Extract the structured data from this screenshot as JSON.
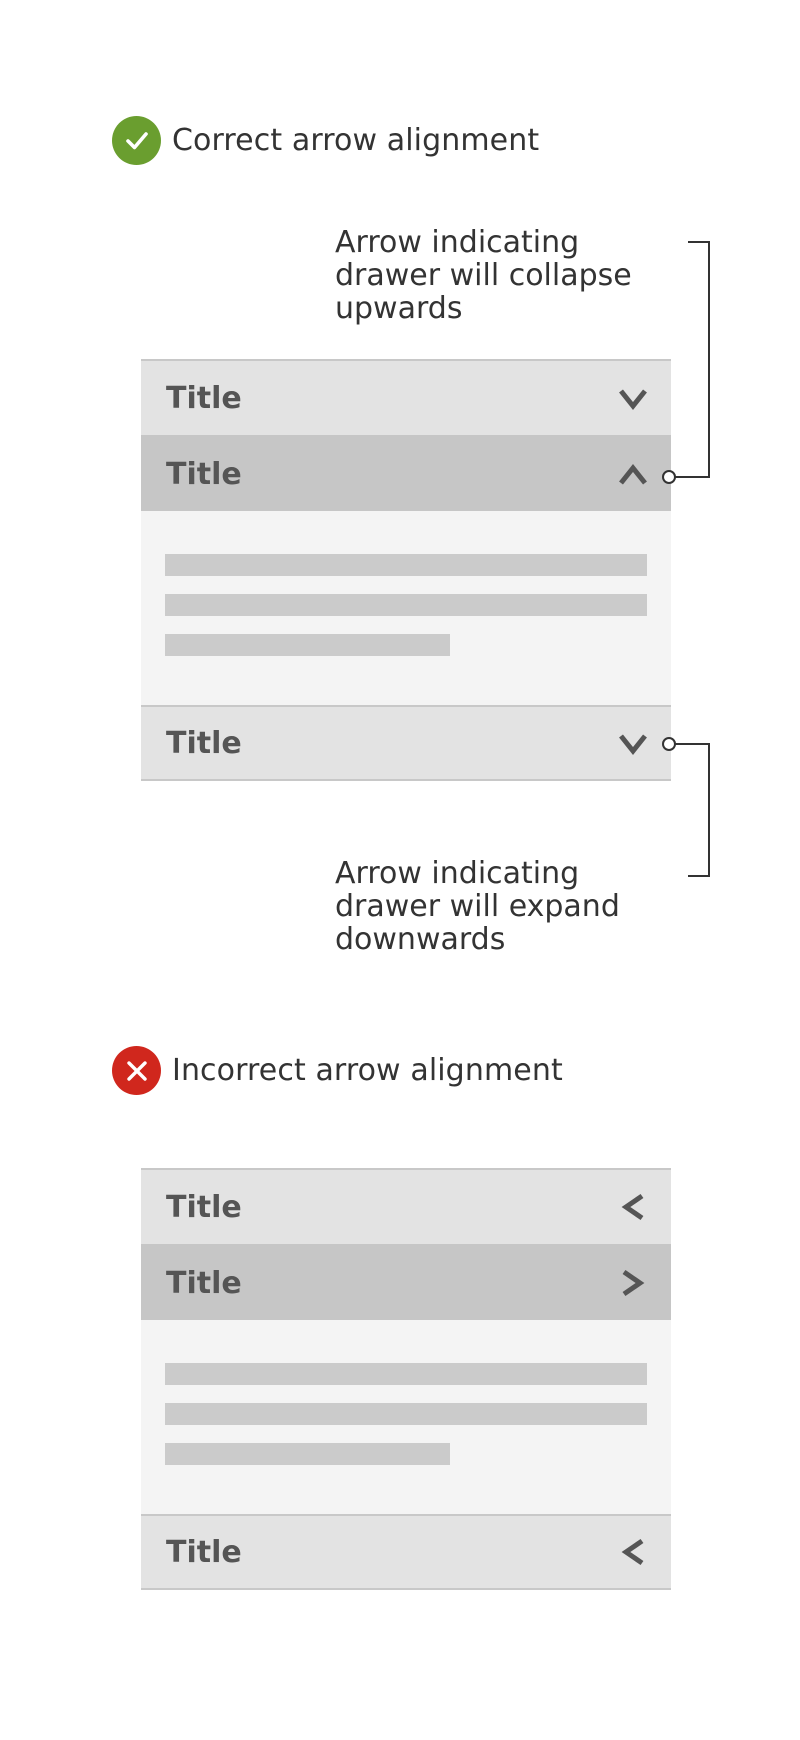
{
  "correct": {
    "heading": "Correct arrow alignment",
    "badge_icon": "checkmark-icon",
    "badge_color": "#6a9e2f",
    "annotation_collapse": [
      "Arrow indicating",
      "drawer will collapse",
      "upwards"
    ],
    "annotation_expand": [
      "Arrow indicating",
      "drawer will expand",
      "downwards"
    ],
    "rows": [
      {
        "title": "Title",
        "arrow": "chevron-down-icon",
        "state": "closed"
      },
      {
        "title": "Title",
        "arrow": "chevron-up-icon",
        "state": "open"
      },
      {
        "title": "Title",
        "arrow": "chevron-down-icon",
        "state": "closed"
      }
    ]
  },
  "incorrect": {
    "heading": "Incorrect arrow alignment",
    "badge_icon": "cross-icon",
    "badge_color": "#d0271d",
    "rows": [
      {
        "title": "Title",
        "arrow": "chevron-left-icon",
        "state": "closed"
      },
      {
        "title": "Title",
        "arrow": "chevron-right-icon",
        "state": "open"
      },
      {
        "title": "Title",
        "arrow": "chevron-left-icon",
        "state": "closed"
      }
    ]
  },
  "colors": {
    "closed_row": "#e3e3e3",
    "open_row": "#c6c6c6",
    "panel": "#f4f4f4",
    "placeholder_bar": "#cbcbcb",
    "arrow": "#555555",
    "connector": "#333333"
  }
}
